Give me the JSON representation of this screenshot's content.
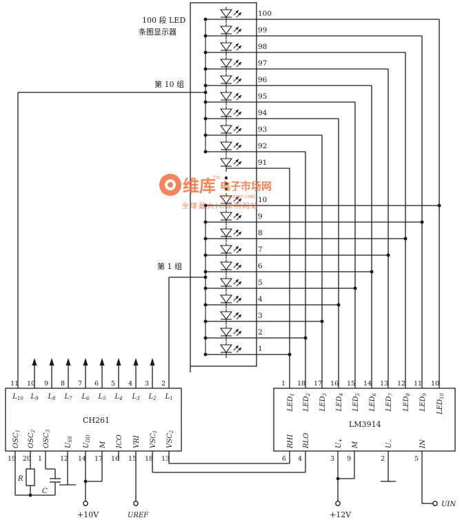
{
  "display": {
    "title_line1": "100 段 LED",
    "title_line2": "条图显示器",
    "group10_label": "第 10 组",
    "group1_label": "第 1 组",
    "upper_led_numbers": [
      "100",
      "99",
      "98",
      "97",
      "96",
      "95",
      "94",
      "93",
      "92",
      "91"
    ],
    "lower_led_numbers": [
      "10",
      "9",
      "8",
      "7",
      "6",
      "5",
      "4",
      "3",
      "2",
      "1"
    ]
  },
  "ch261": {
    "name": "CH261",
    "top_pins": [
      {
        "num": "11",
        "label": "L10"
      },
      {
        "num": "10",
        "label": "L9"
      },
      {
        "num": "9",
        "label": "L8"
      },
      {
        "num": "8",
        "label": "L7"
      },
      {
        "num": "7",
        "label": "L6"
      },
      {
        "num": "6",
        "label": "L5"
      },
      {
        "num": "5",
        "label": "L4"
      },
      {
        "num": "4",
        "label": "L3"
      },
      {
        "num": "3",
        "label": "L2"
      },
      {
        "num": "2",
        "label": "L1"
      }
    ],
    "bottom_pins": [
      {
        "num": "19",
        "label": "OSC1"
      },
      {
        "num": "20",
        "label": "OSC2"
      },
      {
        "num": "1",
        "label": "OSC3"
      },
      {
        "num": "12",
        "label": "USS"
      },
      {
        "num": "14",
        "label": "UDD"
      },
      {
        "num": "17",
        "label": "M"
      },
      {
        "num": "16",
        "label": "ICO"
      },
      {
        "num": "15",
        "label": "VRI"
      },
      {
        "num": "18",
        "label": "VSC1"
      },
      {
        "num": "13",
        "label": "VSC2"
      }
    ]
  },
  "lm3914": {
    "name": "LM3914",
    "top_pins": [
      {
        "num": "1",
        "label": "LED1"
      },
      {
        "num": "18",
        "label": "LED2"
      },
      {
        "num": "17",
        "label": "LED3"
      },
      {
        "num": "16",
        "label": "LED4"
      },
      {
        "num": "15",
        "label": "LED5"
      },
      {
        "num": "14",
        "label": "LED6"
      },
      {
        "num": "13",
        "label": "LED7"
      },
      {
        "num": "12",
        "label": "LED8"
      },
      {
        "num": "11",
        "label": "LED9"
      },
      {
        "num": "10",
        "label": "LED10"
      }
    ],
    "bottom_pins": [
      {
        "num": "6",
        "label": "RHI"
      },
      {
        "num": "4",
        "label": "RLO"
      },
      {
        "num": "3",
        "label": "U+"
      },
      {
        "num": "9",
        "label": "M"
      },
      {
        "num": "2",
        "label": "U−"
      },
      {
        "num": "5",
        "label": "IN"
      }
    ]
  },
  "components": {
    "resistor": "R",
    "capacitor": "C"
  },
  "supplies": {
    "ch261_vdd": "+10V",
    "ch261_vref": "UREF",
    "lm3914_vcc": "+12V",
    "input": "UIN"
  },
  "watermark": {
    "logo_text": "维库",
    "brand": "电子市场网",
    "slogan": "全球最大IC采购网站",
    "url": "www.dzsc.com",
    "tm": "TM"
  }
}
